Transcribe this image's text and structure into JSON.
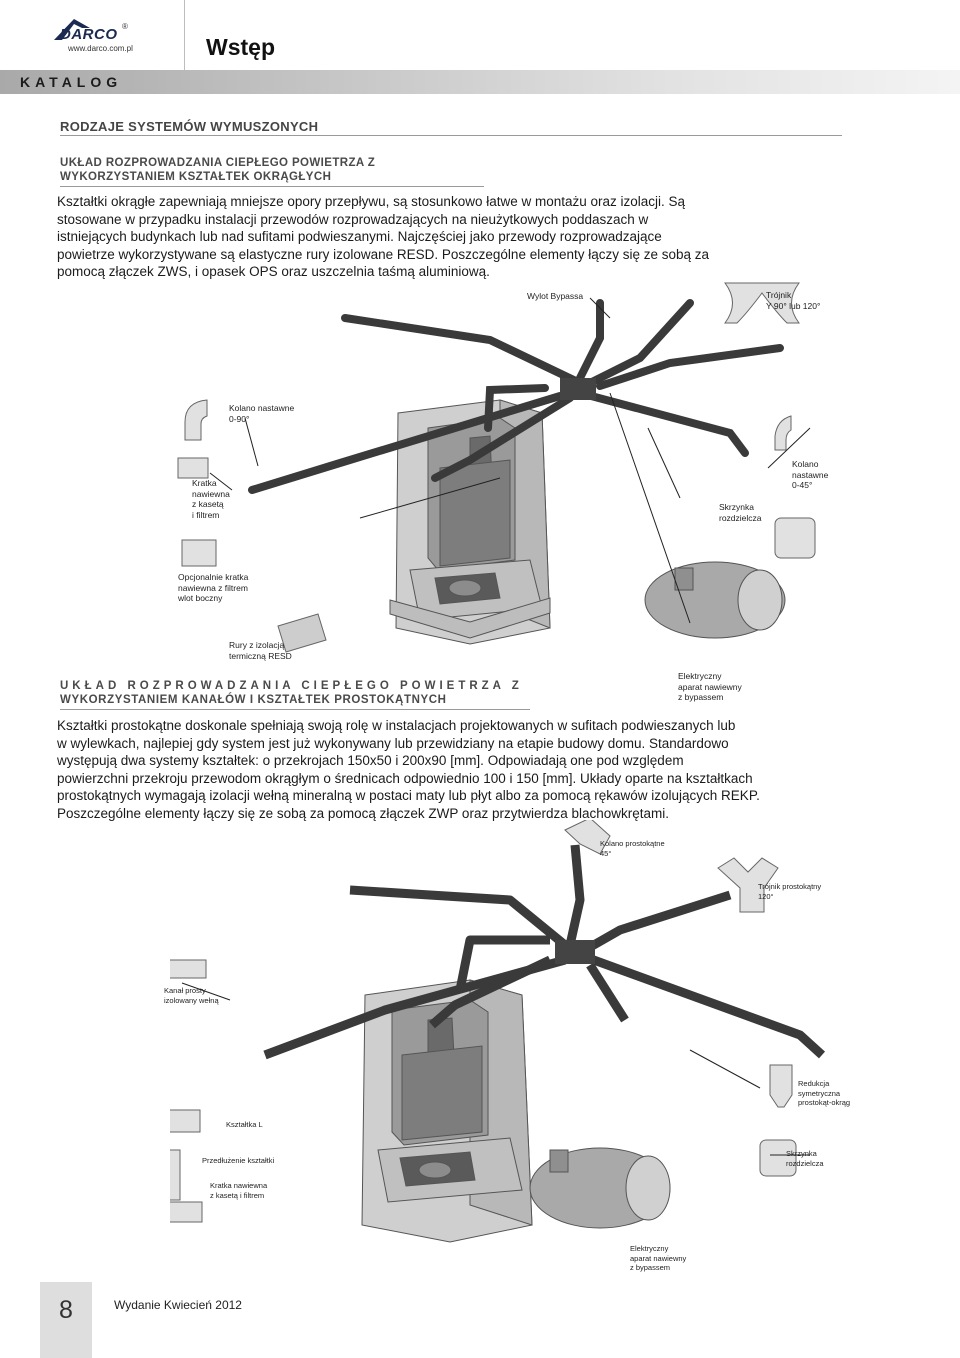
{
  "header": {
    "brand": "DARCO",
    "registered_mark": "®",
    "website": "www.darco.com.pl",
    "page_title": "Wstęp",
    "catalog_label": "KATALOG"
  },
  "section": {
    "title": "RODZAJE SYSTEMÓW WYMUSZONYCH"
  },
  "circular": {
    "title_lines": [
      "UKŁAD ROZPROWADZANIA CIEPŁEGO POWIETRZA Z",
      "WYKORZYSTANIEM KSZTAŁTEK OKRĄGŁYCH"
    ],
    "paragraph_lines": [
      "Kształtki okrągłe zapewniają mniejsze opory przepływu, są stosunkowo łatwe w montażu oraz izolacji. Są",
      "stosowane w przypadku instalacji przewodów rozprowadzających na nieużytkowych poddaszach w",
      "istniejących budynkach lub nad sufitami podwieszanymi. Najczęściej jako przewody rozprowadzające",
      "powietrze  wykorzystywane są elastyczne rury izolowane RESD. Poszczególne elementy łączy się ze sobą za",
      "pomocą złączek ZWS, i opasek OPS oraz uszczelnia taśmą aluminiową."
    ],
    "labels": {
      "bypass_outlet": "Wylot Bypassa",
      "tee": "Trójnik\nY 90° lub 120°",
      "elbow_0_90": "Kolano nastawne\n0-90°",
      "grille_filter": "Kratka\nnawiewna\nz kasetą\ni filtrem",
      "distribution_box": "Skrzynka\nrozdzielcza",
      "elbow_0_45": "Kolano\nnastawne\n0-45°",
      "optional_grille": "Opcjonalnie kratka\nnawiewna z filtrem\nwlot boczny",
      "resd_pipes": "Rury z izolacją\ntermiczną RESD",
      "fan_with_bypass": "Elektryczny\naparat nawiewny\nz bypassem"
    }
  },
  "rectangular": {
    "title_lines": [
      "UKŁAD ROZPROWADZANIA CIEPŁEGO POWIETRZA Z",
      "WYKORZYSTANIEM KANAŁÓW I KSZTAŁTEK PROSTOKĄTNYCH"
    ],
    "paragraph_lines": [
      "Kształtki prostokątne doskonale spełniają swoją rolę w instalacjach projektowanych w sufitach podwieszanych lub",
      "w wylewkach, najlepiej gdy system jest już wykonywany lub przewidziany na etapie budowy domu.    Standardowo",
      "występują dwa systemy kształtek: o przekrojach 150x50 i 200x90 [mm]. Odpowiadają one pod względem",
      "powierzchni przekroju przewodom okrągłym o średnicach odpowiednio 100 i 150 [mm]. Układy oparte na kształtkach",
      "prostokątnych wymagają izolacji wełną mineralną w postaci maty lub płyt albo za pomocą rękawów izolujących REKP.",
      "Poszczególne elementy łączy się ze sobą za pomocą złączek ZWP oraz przytwierdza blachowkrętami."
    ],
    "labels": {
      "rect_elbow": "Kolano prostokątne\n45°",
      "rect_tee": "Trójnik prostokątny\n120°",
      "straight_duct": "Kanał prosty\nizolowany wełną",
      "reducer": "Redukcja\nsymetryczna\nprostokąt-okrąg",
      "l_fitting": "Kształtka L",
      "distribution_box": "Skrzynka\nrozdzielcza",
      "extension": "Przedłużenie kształtki",
      "grille_filter": "Kratka nawiewna\nz kasetą i filtrem",
      "fan_with_bypass": "Elektryczny\naparat nawiewny\nz bypassem"
    }
  },
  "footer": {
    "page_number": "8",
    "edition": "Wydanie Kwiecień 2012"
  },
  "colors": {
    "duct": "#3a3a3a",
    "catalog_bar_start": "#a9a9a9",
    "page_tab": "#dedede",
    "heading": "#454545"
  }
}
